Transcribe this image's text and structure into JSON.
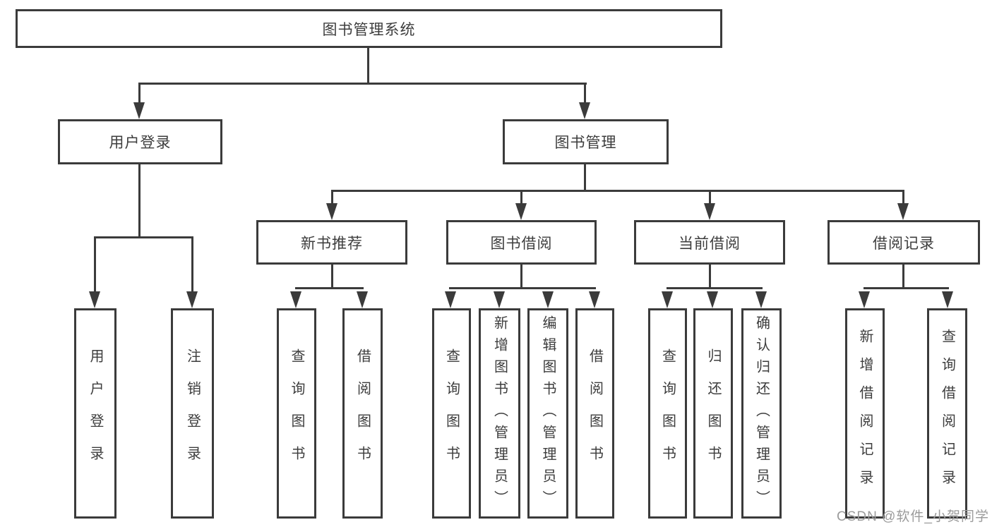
{
  "diagram": {
    "title": "图书管理系统",
    "root": {
      "label": "图书管理系统"
    },
    "level2": [
      {
        "label": "用户登录"
      },
      {
        "label": "图书管理"
      }
    ],
    "level3": [
      {
        "label": "新书推荐"
      },
      {
        "label": "图书借阅"
      },
      {
        "label": "当前借阅"
      },
      {
        "label": "借阅记录"
      }
    ],
    "leaves": {
      "user_login": [
        {
          "label": "用户登录"
        },
        {
          "label": "注销登录"
        }
      ],
      "new_book_recommend": [
        {
          "label": "查询图书"
        },
        {
          "label": "借阅图书"
        }
      ],
      "book_borrow": [
        {
          "label": "查询图书"
        },
        {
          "label": "新增图书（管理员）"
        },
        {
          "label": "编辑图书（管理员）"
        },
        {
          "label": "借阅图书"
        }
      ],
      "current_borrow": [
        {
          "label": "查询图书"
        },
        {
          "label": "归还图书"
        },
        {
          "label": "确认归还（管理员）"
        }
      ],
      "borrow_record": [
        {
          "label": "新增借阅记录"
        },
        {
          "label": "查询借阅记录"
        }
      ]
    }
  },
  "watermark": {
    "text": "CSDN @软件_小贺同学"
  },
  "colors": {
    "line": "#3b3b3b",
    "text": "#3d3d3d",
    "background": "#ffffff",
    "watermark": "#9b9b9b"
  }
}
